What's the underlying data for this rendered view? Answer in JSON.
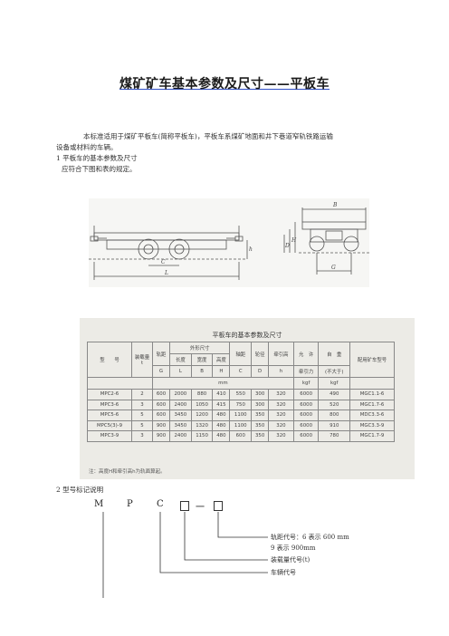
{
  "title": "煤矿矿车基本参数及尺寸——平板车",
  "intro_line1": "本标准适用于煤矿平板车(简称平板车)，平板车系煤矿地面和井下巷道窄轨铁路运输",
  "intro_line2": "设备或材料的车辆。",
  "section1_heading": "1 平板车的基本参数及尺寸",
  "section1_sub": "应符合下图和表的规定。",
  "drawing_labels": {
    "dim_c": "C",
    "dim_l": "L",
    "dim_h": "h",
    "dim_B": "B",
    "dim_H": "H",
    "dim_D": "D",
    "dim_G": "G"
  },
  "table": {
    "caption": "平板车的基本参数及尺寸",
    "headers": {
      "model": "型　　号",
      "capacity": "装载量",
      "capacity_unit": "t",
      "gauge": "轨距",
      "gauge_sym": "G",
      "outline": "外形尺寸",
      "length": "长度",
      "length_sym": "L",
      "width": "宽度",
      "width_sym": "B",
      "height": "高度",
      "height_sym": "H",
      "wheelbase": "轴距",
      "wheelbase_sym": "C",
      "wheel_dia": "轮径",
      "wheel_dia_sym": "D",
      "coupler_h": "牵引高",
      "coupler_sym": "h",
      "allow": "允　许",
      "traction": "牵引力",
      "traction_unit": "kgf",
      "self_weight": "自　重",
      "self_weight_note": "(不大于)",
      "self_weight_unit": "kgf",
      "match_model": "配用矿车型号",
      "mm": "mm"
    },
    "rows": [
      [
        "MPC2-6",
        "2",
        "600",
        "2000",
        "880",
        "410",
        "550",
        "300",
        "320",
        "6000",
        "490",
        "MGC1.1-6"
      ],
      [
        "MPC3-6",
        "3",
        "600",
        "2400",
        "1050",
        "415",
        "750",
        "300",
        "320",
        "6000",
        "520",
        "MGC1.7-6"
      ],
      [
        "MPC5-6",
        "5",
        "600",
        "3450",
        "1200",
        "480",
        "1100",
        "350",
        "320",
        "6000",
        "800",
        "MDC3.3-6"
      ],
      [
        "MPC5(3)-9",
        "5",
        "900",
        "3450",
        "1320",
        "480",
        "1100",
        "350",
        "320",
        "6000",
        "910",
        "MGC3.3-9"
      ],
      [
        "MPC3-9",
        "3",
        "900",
        "2400",
        "1150",
        "480",
        "600",
        "350",
        "320",
        "6000",
        "780",
        "MGC1.7-9"
      ]
    ],
    "note": "注：高度H和牵引高h为轨面算起。"
  },
  "section2_heading": "2 型号标记说明",
  "marking": {
    "letters": [
      "M",
      "P",
      "C"
    ],
    "dash": "一",
    "annotations": [
      "轨距代号：6 表示 600 mm",
      "9 表示 900mm",
      "装载量代号(t)",
      "车辆代号"
    ]
  }
}
